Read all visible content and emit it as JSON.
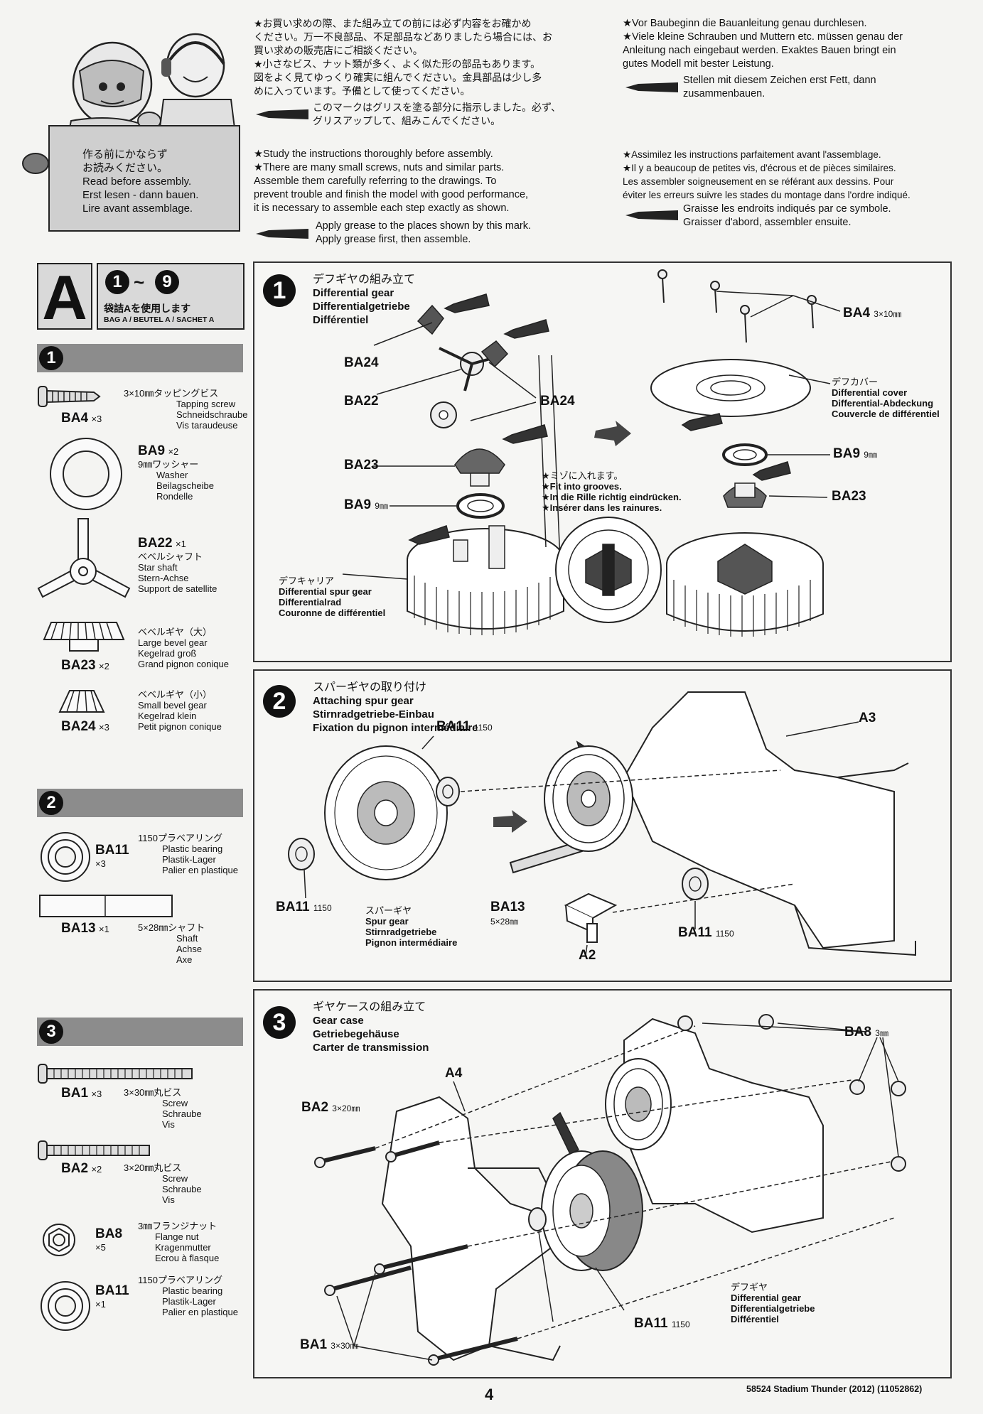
{
  "header": {
    "card_lines": [
      "作る前にかならず",
      "お読みください。",
      "Read before assembly.",
      "Erst lesen - dann bauen.",
      "Lire avant assemblage."
    ],
    "jp_paragraph": [
      "★お買い求めの際、また組み立ての前には必ず内容をお確かめ",
      "ください。万一不良部品、不足部品などありましたら場合には、お",
      "買い求めの販売店にご相談ください。",
      "★小さなビス、ナット類が多く、よく似た形の部品もあります。",
      "図をよく見てゆっくり確実に組んでください。金具部品は少し多",
      "めに入っています。予備として使ってください。"
    ],
    "jp_grease": [
      "このマークはグリスを塗る部分に指示しました。必ず、",
      "グリスアップして、組みこんでください。"
    ],
    "en_paragraph": [
      "★Study the instructions thoroughly before assembly.",
      "★There are many small screws, nuts and similar parts.",
      "Assemble them carefully referring to the drawings. To",
      "prevent trouble and finish the model with good performance,",
      "it is necessary to assemble each step exactly as shown."
    ],
    "en_grease": [
      "Apply grease to the places shown by this mark.",
      "Apply grease first, then assemble."
    ],
    "de_paragraph": [
      "★Vor Baubeginn die Bauanleitung genau durchlesen.",
      "★Viele kleine Schrauben und Muttern etc. müssen genau der",
      "Anleitung nach eingebaut werden. Exaktes Bauen bringt ein",
      "gutes Modell mit bester Leistung."
    ],
    "de_grease": [
      "Stellen mit diesem Zeichen erst Fett, dann",
      "zusammenbauen."
    ],
    "fr_paragraph": [
      "★Assimilez les instructions parfaitement avant l'assemblage.",
      "★Il y a beaucoup de petites vis, d'écrous et de pièces similaires.",
      "Les assembler soigneusement en se référant aux dessins. Pour",
      "éviter les erreurs suivre les stades du montage dans l'ordre indiqué."
    ],
    "fr_grease": [
      "Graisse les endroits indiqués par ce symbole.",
      "Graisser d'abord, assembler ensuite."
    ]
  },
  "bag": {
    "letter": "A",
    "range_start": "1",
    "range_sep": "~",
    "range_end": "9",
    "jp": "袋詰Aを使用します",
    "langs": "BAG A / BEUTEL A / SACHET A"
  },
  "sidebar": {
    "step1": {
      "num": "1",
      "parts": [
        {
          "code": "BA4",
          "qty": "×3",
          "jp": "3×10㎜タッピングビス",
          "lines": [
            "Tapping screw",
            "Schneidschraube",
            "Vis taraudeuse"
          ]
        },
        {
          "code": "BA9",
          "qty": "×2",
          "jp": "9㎜ワッシャー",
          "lines": [
            "Washer",
            "Beilagscheibe",
            "Rondelle"
          ]
        },
        {
          "code": "BA22",
          "qty": "×1",
          "jp": "ベベルシャフト",
          "lines": [
            "Star shaft",
            "Stern-Achse",
            "Support de satellite"
          ]
        },
        {
          "code": "BA23",
          "qty": "×2",
          "jp": "ベベルギヤ（大）",
          "lines": [
            "Large bevel gear",
            "Kegelrad groß",
            "Grand pignon conique"
          ]
        },
        {
          "code": "BA24",
          "qty": "×3",
          "jp": "ベベルギヤ（小）",
          "lines": [
            "Small bevel gear",
            "Kegelrad klein",
            "Petit pignon conique"
          ]
        }
      ]
    },
    "step2": {
      "num": "2",
      "parts": [
        {
          "code": "BA11",
          "qty": "×3",
          "jp": "1150プラベアリング",
          "lines": [
            "Plastic bearing",
            "Plastik-Lager",
            "Palier en plastique"
          ]
        },
        {
          "code": "BA13",
          "qty": "×1",
          "jp": "5×28㎜シャフト",
          "lines": [
            "Shaft",
            "Achse",
            "Axe"
          ]
        }
      ]
    },
    "step3": {
      "num": "3",
      "parts": [
        {
          "code": "BA1",
          "qty": "×3",
          "jp": "3×30㎜丸ビス",
          "lines": [
            "Screw",
            "Schraube",
            "Vis"
          ]
        },
        {
          "code": "BA2",
          "qty": "×2",
          "jp": "3×20㎜丸ビス",
          "lines": [
            "Screw",
            "Schraube",
            "Vis"
          ]
        },
        {
          "code": "BA8",
          "qty": "×5",
          "jp": "3㎜フランジナット",
          "lines": [
            "Flange nut",
            "Kragenmutter",
            "Ecrou à flasque"
          ]
        },
        {
          "code": "BA11",
          "qty": "×1",
          "jp": "1150プラベアリング",
          "lines": [
            "Plastic bearing",
            "Plastik-Lager",
            "Palier en plastique"
          ]
        }
      ]
    }
  },
  "step1": {
    "num": "1",
    "title": [
      "デフギヤの組み立て",
      "Differential gear",
      "Differentialgetriebe",
      "Différentiel"
    ],
    "labels": {
      "ba24a": "BA24",
      "ba22": "BA22",
      "ba24b": "BA24",
      "ba23": "BA23",
      "ba9": "BA9",
      "ba9_unit": "9㎜",
      "ba4": "BA4",
      "ba4_unit": "3×10㎜",
      "ba9r": "BA9",
      "ba9r_unit": "9㎜",
      "ba23r": "BA23"
    },
    "spur_gear_label": [
      "デフキャリア",
      "Differential spur gear",
      "Differentialrad",
      "Couronne de différentiel"
    ],
    "cover_label": [
      "デフカバー",
      "Differential cover",
      "Differential-Abdeckung",
      "Couvercle de différentiel"
    ],
    "groove_note": [
      "★ミゾに入れます。",
      "★Fit into grooves.",
      "★In die Rille richtig eindrücken.",
      "★Insérer dans les rainures."
    ]
  },
  "step2": {
    "num": "2",
    "title": [
      "スパーギヤの取り付け",
      "Attaching spur gear",
      "Stirnradgetriebe-Einbau",
      "Fixation du pignon intermédiaire"
    ],
    "labels": {
      "ba11a": "BA11",
      "ba11a_unit": "1150",
      "ba11b": "BA11",
      "ba11b_unit": "1150",
      "ba13": "BA13",
      "ba13_unit": "5×28㎜",
      "a3": "A3",
      "a2": "A2",
      "ba11c": "BA11",
      "ba11c_unit": "1150"
    },
    "spur_label": [
      "スパーギヤ",
      "Spur gear",
      "Stirnradgetriebe",
      "Pignon intermédiaire"
    ]
  },
  "step3": {
    "num": "3",
    "title": [
      "ギヤケースの組み立て",
      "Gear case",
      "Getriebegehäuse",
      "Carter de transmission"
    ],
    "labels": {
      "a4": "A4",
      "ba2": "BA2",
      "ba2_unit": "3×20㎜",
      "ba8": "BA8",
      "ba8_unit": "3㎜",
      "ba1": "BA1",
      "ba1_unit": "3×30㎜",
      "ba11": "BA11",
      "ba11_unit": "1150"
    },
    "diff_label": [
      "デフギヤ",
      "Differential gear",
      "Differentialgetriebe",
      "Différentiel"
    ]
  },
  "footer": {
    "page_number": "4",
    "code": "58524 Stadium Thunder (2012) (11052862)"
  }
}
